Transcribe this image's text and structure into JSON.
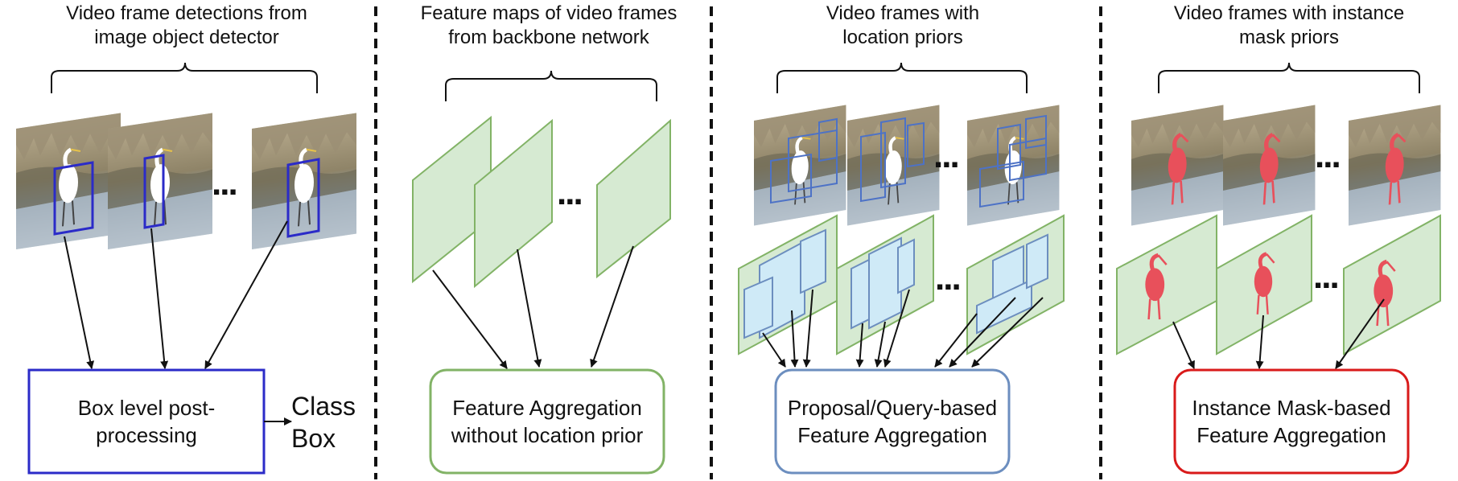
{
  "panels": [
    {
      "title_lines": [
        "Video frame detections from",
        "image object detector"
      ],
      "box_lines": [
        "Box level post-",
        "processing"
      ],
      "outputs": [
        "Class",
        "Box"
      ]
    },
    {
      "title_lines": [
        "Feature maps of video frames",
        "from backbone network"
      ],
      "box_lines": [
        "Feature Aggregation",
        "without location prior"
      ]
    },
    {
      "title_lines": [
        "Video frames with",
        "location priors"
      ],
      "box_lines": [
        "Proposal/Query-based",
        "Feature Aggregation"
      ]
    },
    {
      "title_lines": [
        "Video frames with instance",
        "mask priors"
      ],
      "box_lines": [
        "Instance Mask-based",
        "Feature Aggregation"
      ]
    }
  ],
  "ellipsis": "...",
  "colors": {
    "detection_box": "#2b2bc8",
    "feature_fill": "#d6ead2",
    "feature_stroke": "#82b366",
    "proposal_box": "#6c8ebf",
    "proposal_fill": "#cfeaf7",
    "mask": "#e8505b",
    "box_red": "#d91a1a"
  },
  "icons": [
    "egret-photo",
    "scarlet-ibis-photo",
    "arrow-icon"
  ]
}
